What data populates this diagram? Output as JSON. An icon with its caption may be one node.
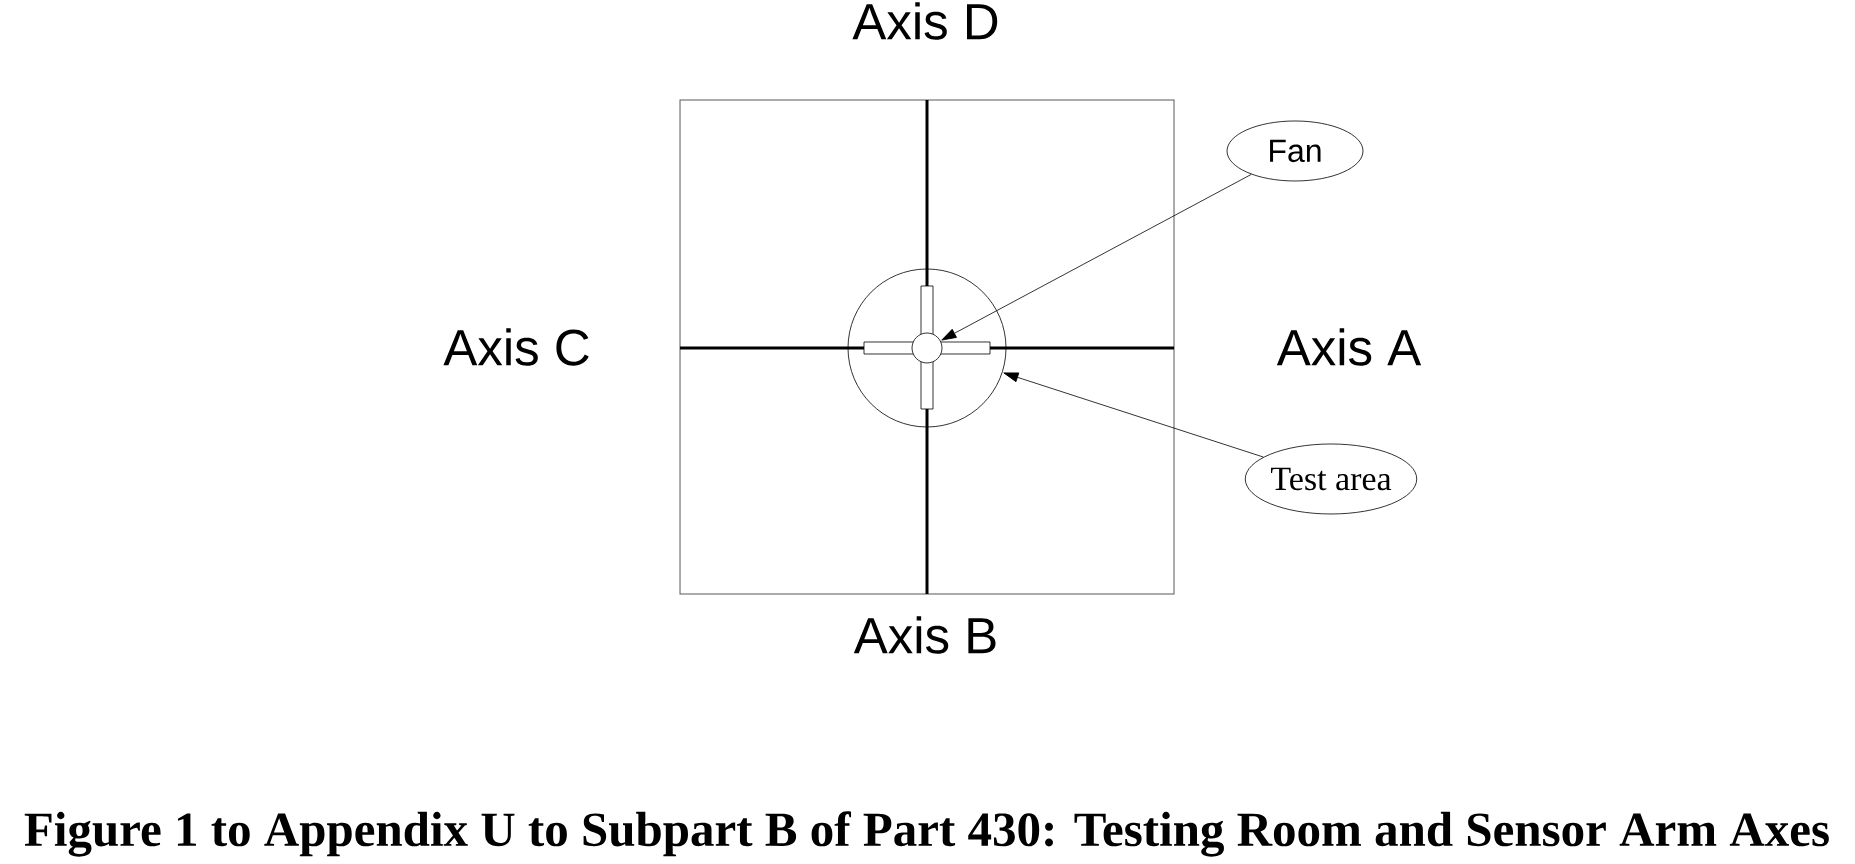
{
  "diagram": {
    "caption": "Figure 1 to Appendix U to Subpart B of Part 430:  Testing Room and Sensor Arm Axes",
    "nodes": [
      {
        "text": [],
        "shape": "circle"
      },
      {
        "text": [],
        "shape": "circle",
        "in": 0
      },
      {
        "text": [
          "Fan"
        ]
      },
      {
        "text": [
          "Test area"
        ]
      }
    ],
    "edges": [
      {
        "from": 2,
        "to": 1,
        "arrow": "to"
      },
      {
        "from": 3,
        "to": 0,
        "arrow": "to"
      }
    ],
    "labels": [
      "Axis D",
      "Axis C",
      "Axis A",
      "Axis B"
    ]
  }
}
